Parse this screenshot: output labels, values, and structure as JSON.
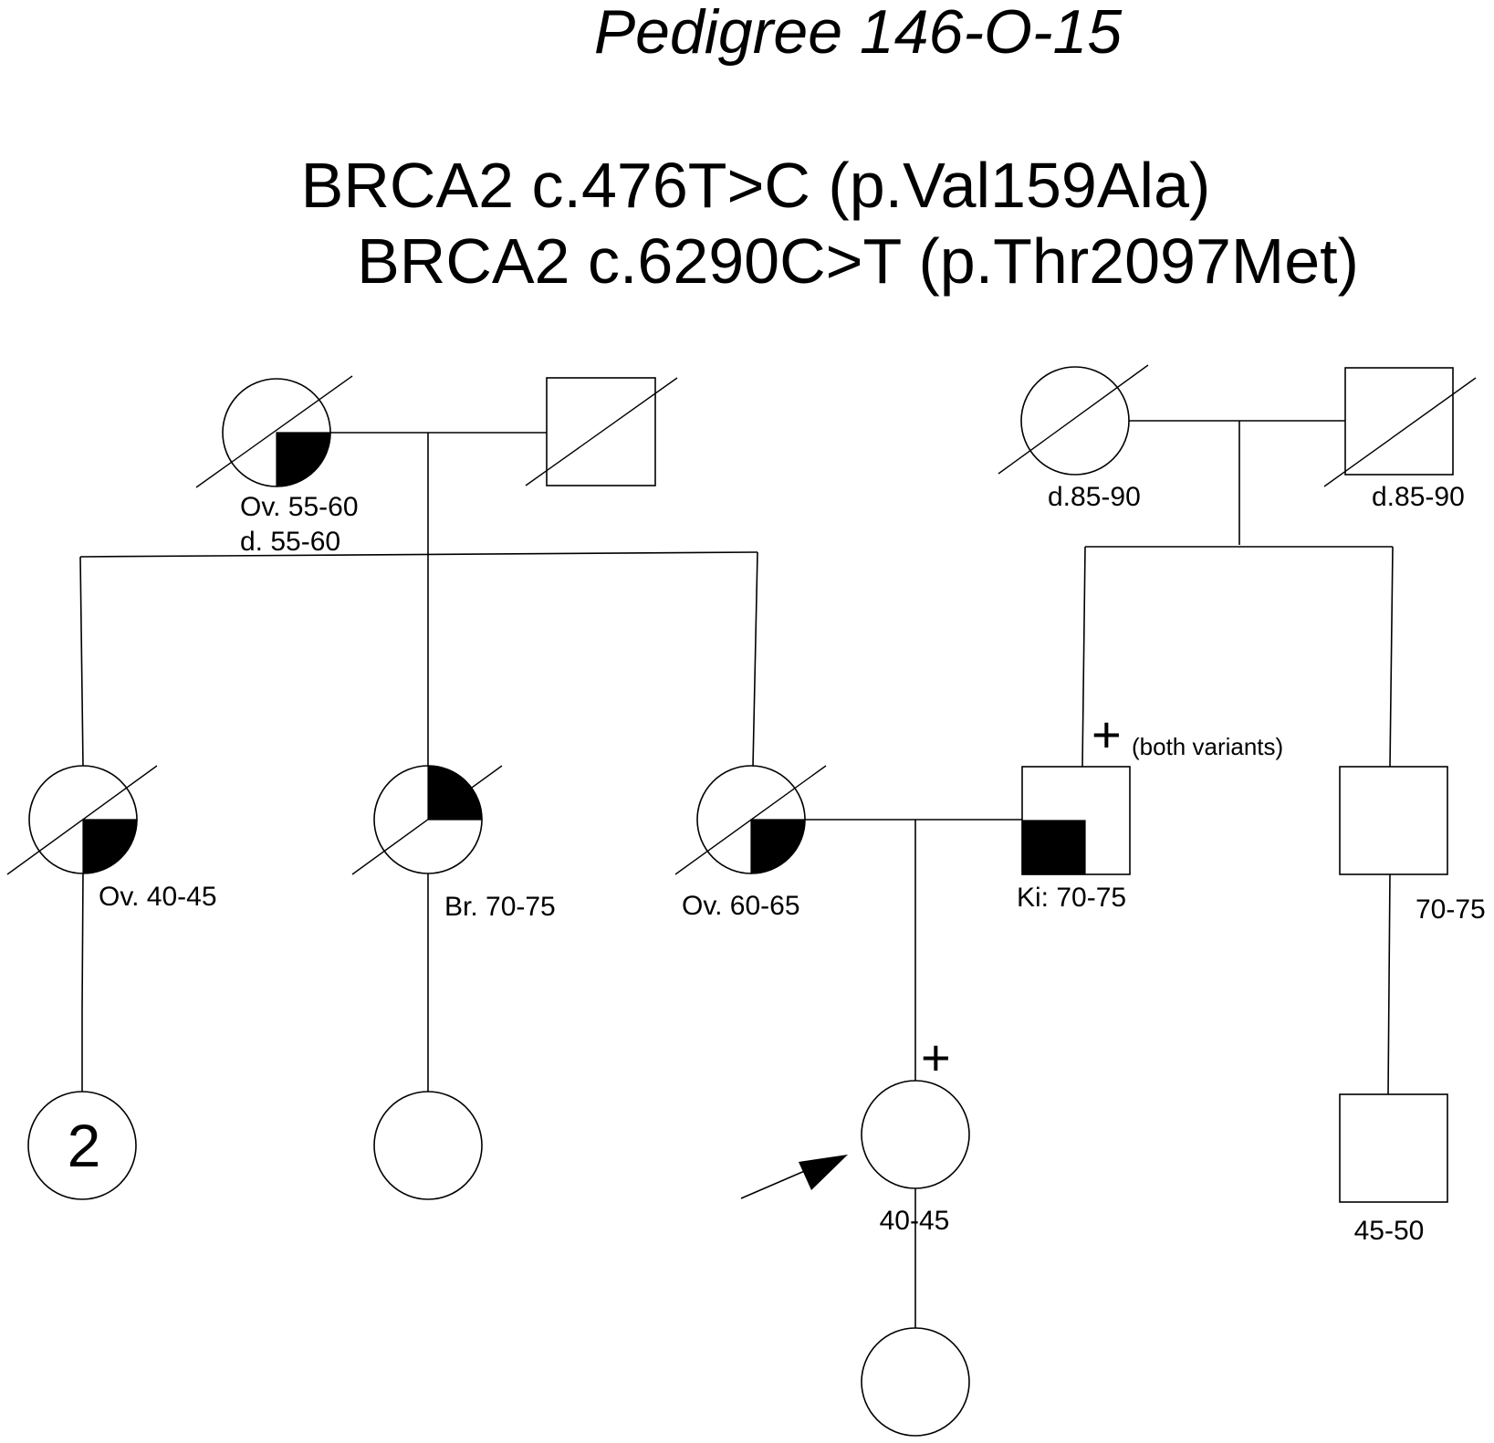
{
  "title": "Pedigree 146-O-15",
  "variants": [
    "BRCA2 c.476T>C (p.Val159Ala)",
    "BRCA2 c.6290C>T (p.Thr2097Met)"
  ],
  "individuals": {
    "gen1_maternal_grandmother": {
      "label_1": "Ov. 55-60",
      "label_2": "d. 55-60"
    },
    "gen1_maternal_grandfather": {},
    "gen1_paternal_grandmother": {
      "label": "d.85-90"
    },
    "gen1_paternal_grandfather": {
      "label": "d.85-90"
    },
    "gen2_aunt_1": {
      "label": "Ov. 40-45"
    },
    "gen2_aunt_2": {
      "label": "Br. 70-75"
    },
    "gen2_mother": {
      "label": "Ov. 60-65"
    },
    "gen2_father": {
      "label": "Ki: 70-75",
      "plus": "+",
      "note": "(both variants)"
    },
    "gen2_uncle": {
      "label": "70-75"
    },
    "gen3_cousins_group": {
      "count": "2"
    },
    "gen3_cousin_f": {},
    "gen3_proband": {
      "label": "40-45",
      "plus": "+"
    },
    "gen3_cousin_m": {
      "label": "45-50"
    },
    "gen4_daughter": {}
  }
}
